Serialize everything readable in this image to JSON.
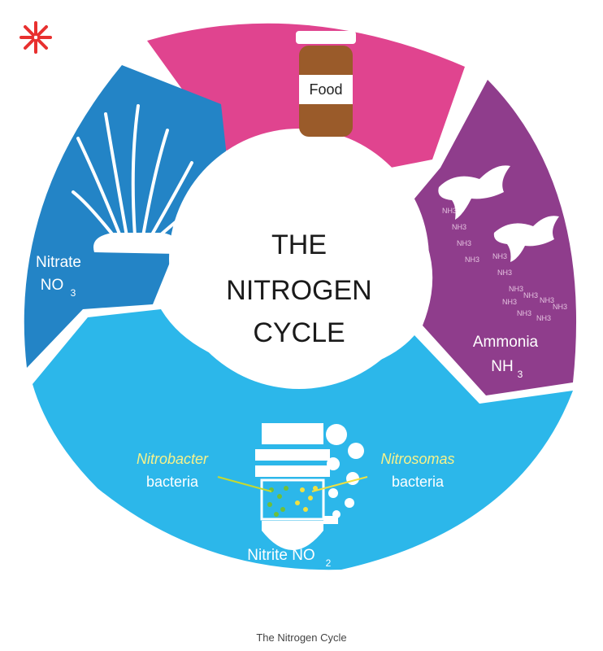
{
  "diagram": {
    "title_lines": [
      "THE",
      "NITROGEN",
      "CYCLE"
    ],
    "segments": {
      "food": {
        "label": "Food",
        "color": "#e0448f"
      },
      "ammonia": {
        "label": "Ammonia",
        "formula": "NH",
        "subscript": "3",
        "color": "#8f3d8c"
      },
      "nitrite": {
        "label": "Nitrite NO",
        "subscript": "2",
        "color": "#2cb7ea"
      },
      "nitrate": {
        "label": "Nitrate",
        "formula": "NO",
        "subscript": "3",
        "color": "#2384c6"
      }
    },
    "bacteria": {
      "nitrobacter": {
        "name": "Nitrobacter",
        "word": "bacteria"
      },
      "nitrosomas": {
        "name": "Nitrosomas",
        "word": "bacteria"
      }
    },
    "ammonia_marks": "NH3",
    "logo_color": "#e8302f"
  },
  "caption": "The Nitrogen Cycle"
}
